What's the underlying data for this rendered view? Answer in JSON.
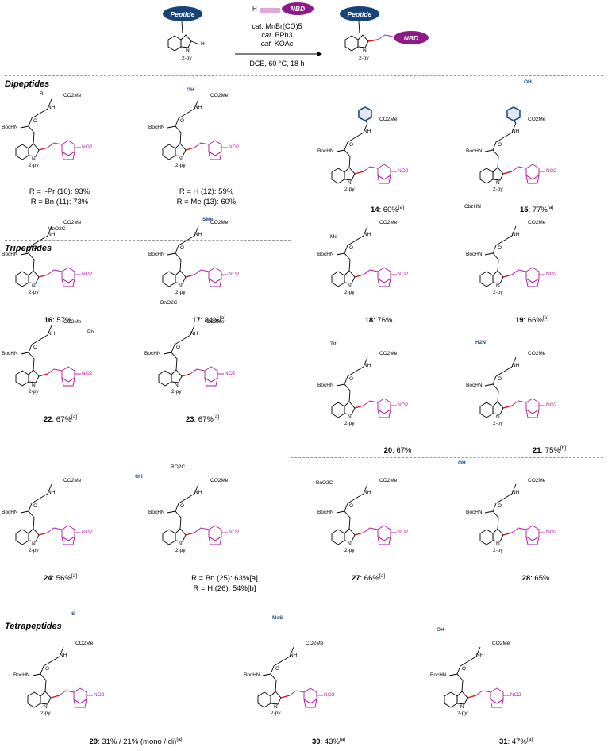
{
  "scheme": {
    "peptide_label": "Peptide",
    "nbd_label": "NBD",
    "reagent_prefix": "H",
    "h_label": "H",
    "npy_label": "N",
    "py_label": "2-py",
    "conditions": [
      "MnBr(CO)5",
      "BPh3",
      "KOAc"
    ],
    "conditions_prefix": "cat.",
    "solvent": "DCE, 60 °C, 18 h"
  },
  "sections": {
    "dipeptides": "Dipeptides",
    "tripeptides": "Tripeptides",
    "tetrapeptides": "Tetrapeptides"
  },
  "fragments": {
    "no2": "NO2",
    "bochn": "BocHN",
    "nh": "NH",
    "co2me": "CO2Me",
    "two_py": "2-py",
    "n": "N",
    "o": "O",
    "oh": "OH",
    "sme": "SMe",
    "mes": "MeS",
    "h2n": "H2N",
    "cbzhn": "CbzHN",
    "trt": "Trt",
    "s": "S",
    "r": "R",
    "me": "Me",
    "ph": "Ph",
    "ipr": "i-Pr",
    "bno2c": "BnO2C",
    "meo2c": "MeO2C",
    "ro2c": "RO2C",
    "co2bn": "CO2Bn"
  },
  "compounds": [
    {
      "id": "c10_11",
      "lines": [
        "R = i-Pr (10): 93%",
        "R = Bn (11): 73%"
      ]
    },
    {
      "id": "c12_13",
      "lines": [
        "R = H (12): 59%",
        "R = Me (13): 60%"
      ]
    },
    {
      "id": "c14",
      "num": "14",
      "yield": ": 60%",
      "note": "[a]"
    },
    {
      "id": "c15",
      "num": "15",
      "yield": ": 77%",
      "note": "[a]"
    },
    {
      "id": "c16",
      "num": "16",
      "yield": ": 57%",
      "note": ""
    },
    {
      "id": "c17",
      "num": "17",
      "yield": ": 84%",
      "note": "[a]"
    },
    {
      "id": "c18",
      "num": "18",
      "yield": ": 76%",
      "note": ""
    },
    {
      "id": "c19",
      "num": "19",
      "yield": ": 66%",
      "note": "[a]"
    },
    {
      "id": "c20",
      "num": "20",
      "yield": ": 67%",
      "note": ""
    },
    {
      "id": "c21",
      "num": "21",
      "yield": ": 75%",
      "note": "[b]"
    },
    {
      "id": "c22",
      "num": "22",
      "yield": ": 67%",
      "note": "[a]"
    },
    {
      "id": "c23",
      "num": "23",
      "yield": ": 67%",
      "note": "[a]"
    },
    {
      "id": "c24",
      "num": "24",
      "yield": ": 56%",
      "note": "[a]"
    },
    {
      "id": "c25_26",
      "lines": [
        "R = Bn (25): 63%[a]",
        "R = H (26): 54%[b]"
      ]
    },
    {
      "id": "c27",
      "num": "27",
      "yield": ": 66%",
      "note": "[a]"
    },
    {
      "id": "c28",
      "num": "28",
      "yield": ": 65%",
      "note": ""
    },
    {
      "id": "c29",
      "num": "29",
      "yield": ": 31% / 21% (mono / di)",
      "note": "[a]"
    },
    {
      "id": "c30",
      "num": "30",
      "yield": ": 43%",
      "note": "[a]"
    },
    {
      "id": "c31",
      "num": "31",
      "yield": ": 47%",
      "note": "[a]"
    }
  ],
  "colors": {
    "magenta": "#b0179a",
    "blue_accent": "#1f4e8c",
    "peptide_pill": "#15437a",
    "nbd_pill": "#8e1a86",
    "new_bond_red": "#d01010"
  }
}
